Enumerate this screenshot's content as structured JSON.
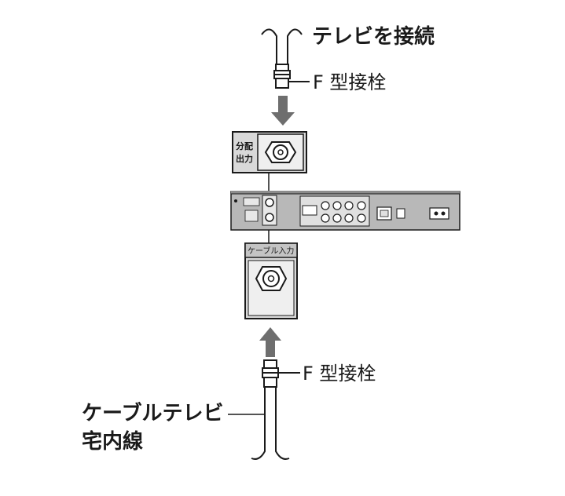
{
  "labels": {
    "tv_connect": "テレビを接続",
    "f_connector_top": "F 型接栓",
    "split_out": [
      "分配",
      "出力"
    ],
    "cable_in": "ケーブル入力",
    "f_connector_bottom": "F 型接栓",
    "cable_wire": [
      "ケーブルテレビ",
      "宅内線"
    ]
  },
  "colors": {
    "line": "#1a1a1a",
    "panel_fill": "#d9d9d9",
    "device_fill": "#b8b8b8",
    "arrow": "#6e6e6e"
  },
  "icons": {
    "arrow_down": "arrow-down-icon",
    "arrow_up": "arrow-up-icon",
    "coax_jack": "coax-jack-icon",
    "f_connector": "f-connector-icon"
  }
}
